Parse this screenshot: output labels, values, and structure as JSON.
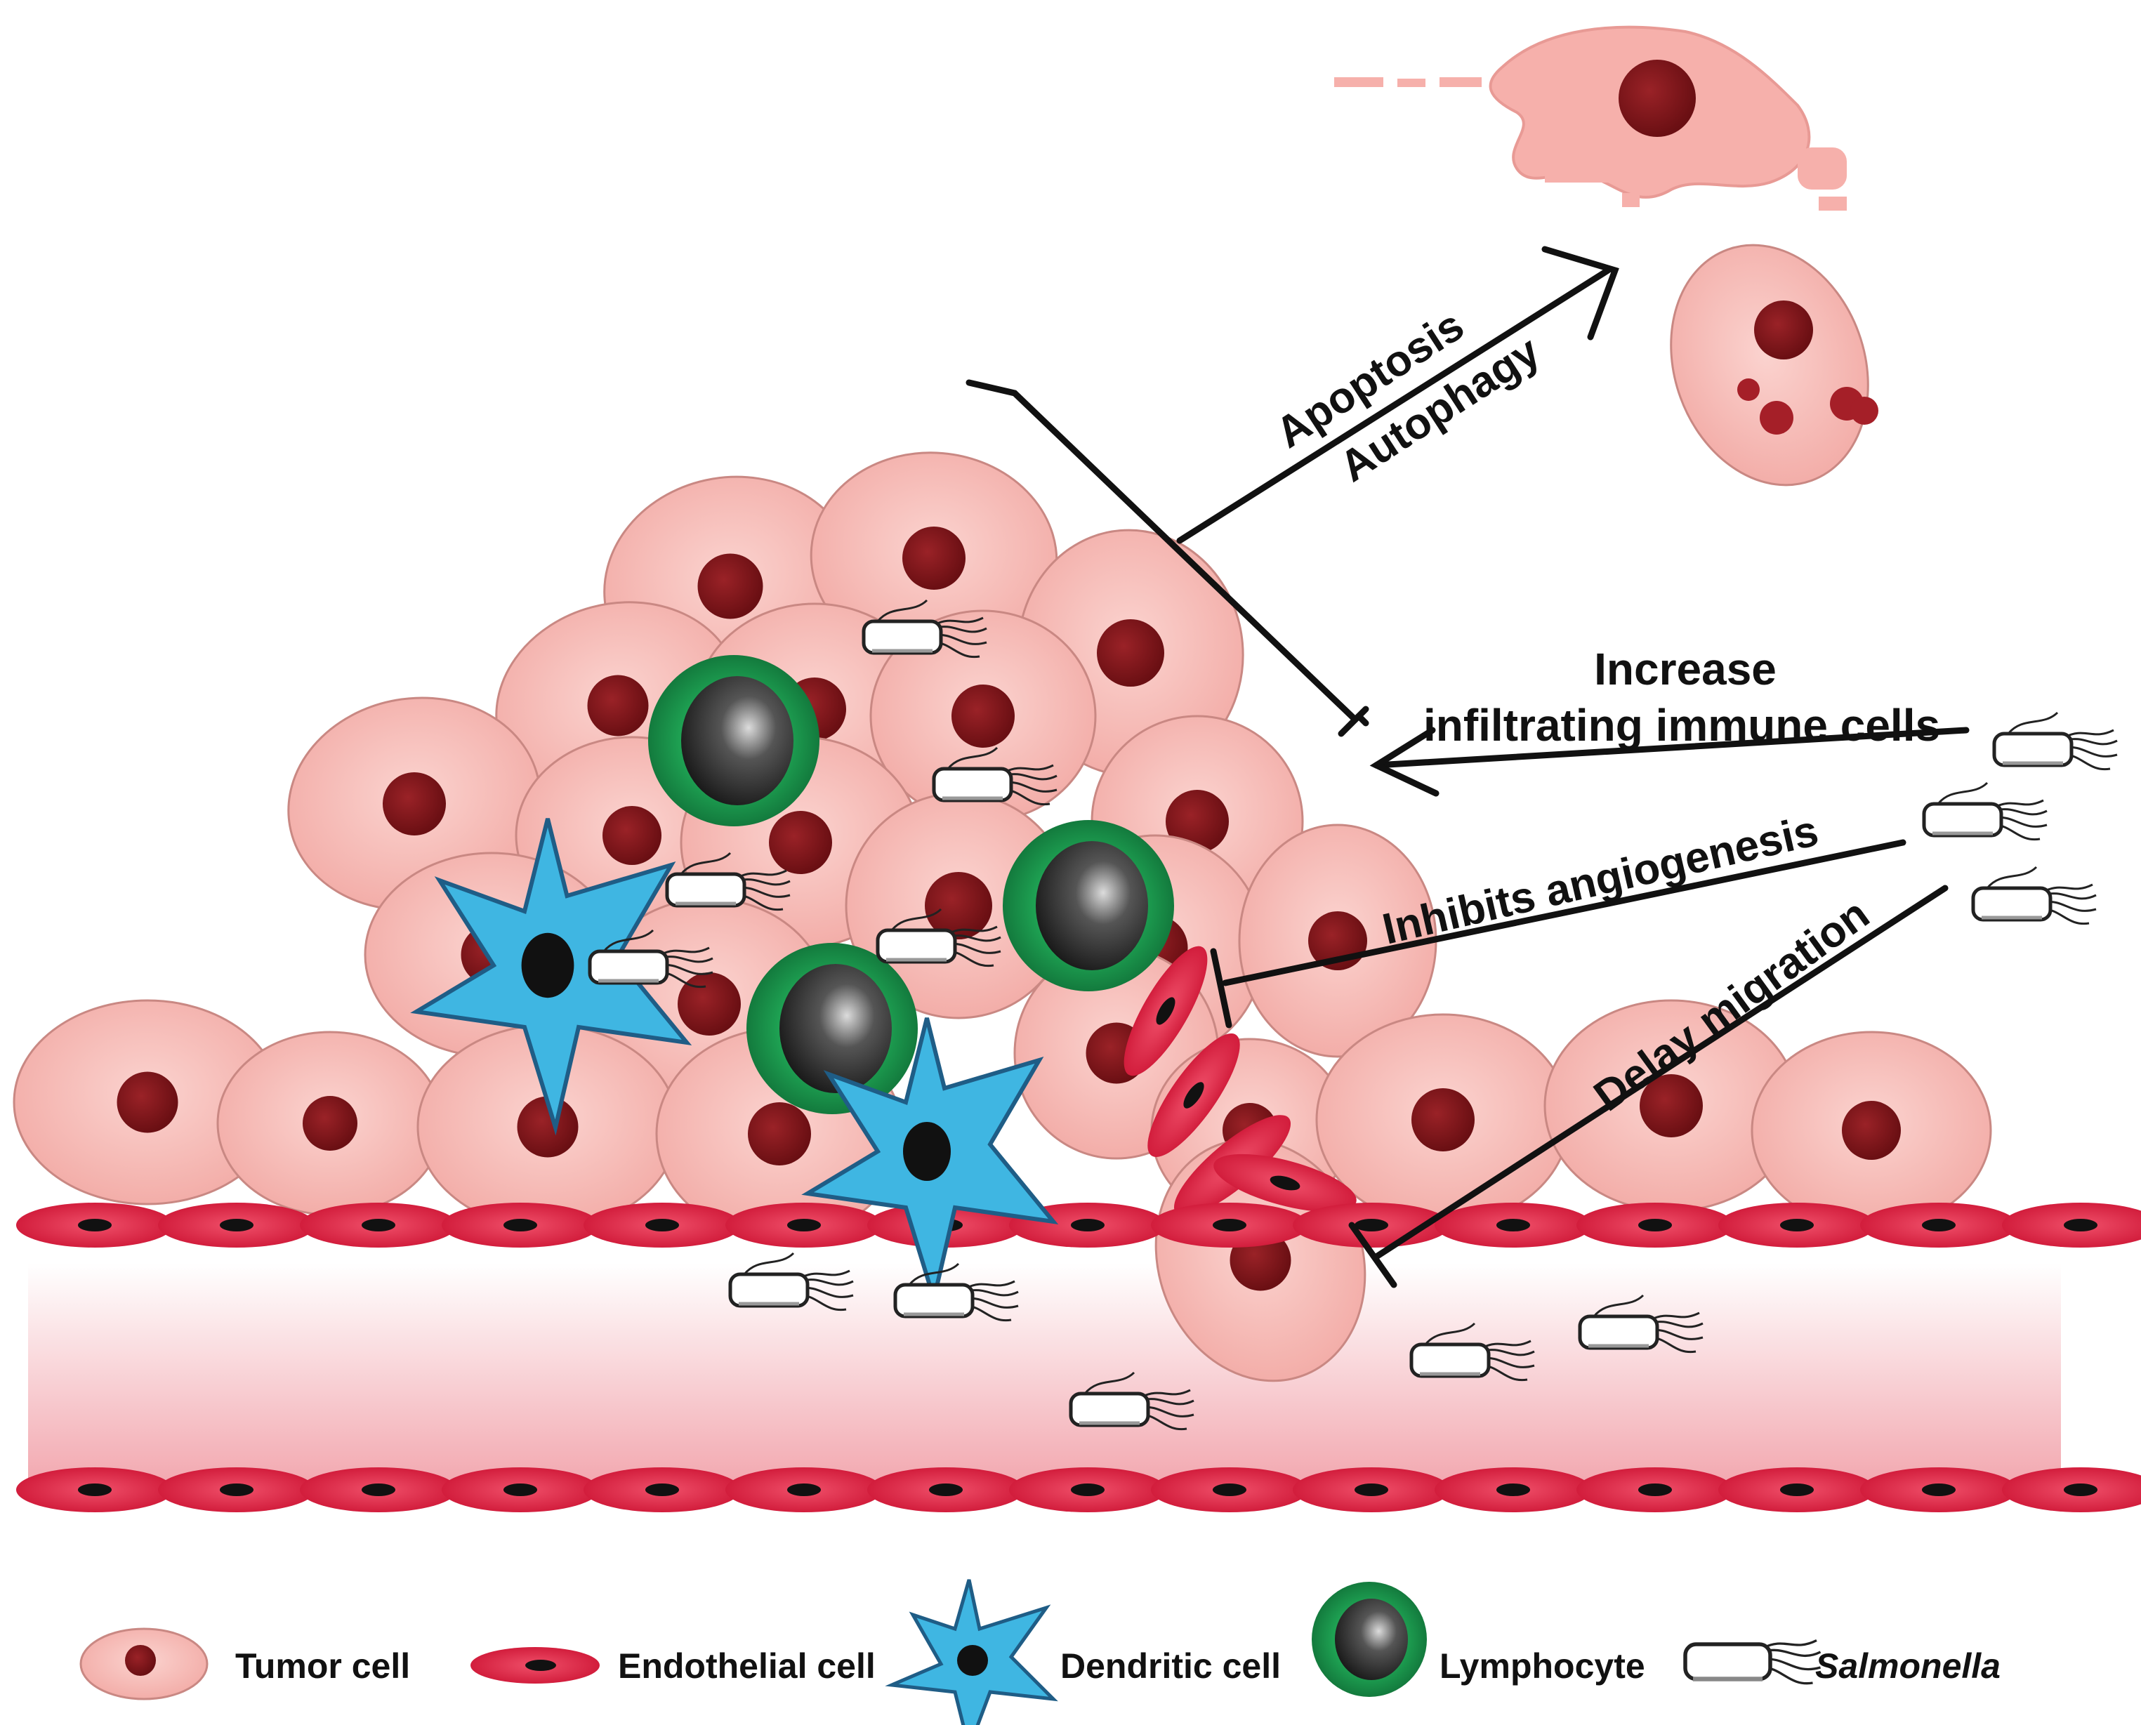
{
  "colors": {
    "tumor_fill": "#f6b8b4",
    "tumor_stroke": "#c98883",
    "tumor_nucleus": "#7e1418",
    "endothelial_fill": "#e2334f",
    "endothelial_nucleus": "#111111",
    "dendritic_fill": "#3fb6e2",
    "dendritic_stroke": "#1f5d86",
    "lymphocyte_ring": "#1fa454",
    "lymphocyte_core": "#2a2a2a",
    "vessel_gradient_top": "#ffffff",
    "vessel_gradient_bottom": "#f2a6ae",
    "arrow": "#111111"
  },
  "labels": {
    "apoptosis": "Apoptosis",
    "autophagy": "Autophagy",
    "increase": "Increase",
    "infiltrating": "infiltrating immune cells",
    "inhibits": "Inhibits angiogenesis",
    "delay": "Delay migration"
  },
  "legend": {
    "tumor": "Tumor cell",
    "endothelial": "Endothelial cell",
    "dendritic": "Dendritic cell",
    "lymphocyte": "Lymphocyte",
    "salmonella": "Salmonella"
  }
}
